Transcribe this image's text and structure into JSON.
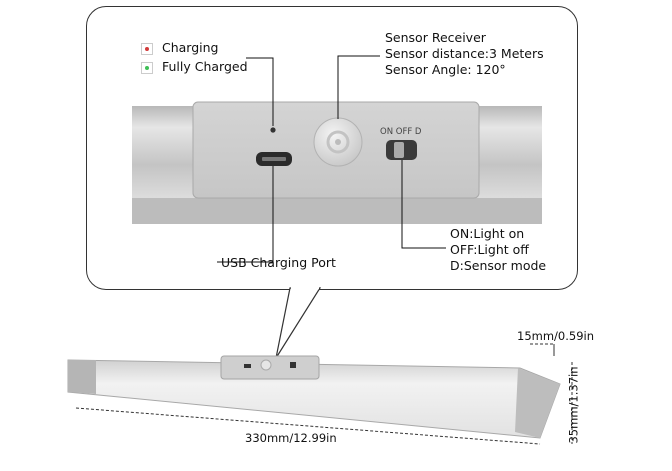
{
  "indicators": {
    "charging": {
      "label": "Charging",
      "color": "#d23a3a"
    },
    "fully_charged": {
      "label": "Fully Charged",
      "color": "#3fbf56"
    }
  },
  "sensor": {
    "title": "Sensor Receiver",
    "distance": "Sensor distance:3 Meters",
    "angle": "Sensor Angle: 120°"
  },
  "switch": {
    "printed_text": "ON OFF D",
    "modes": [
      "ON:Light on",
      "OFF:Light off",
      "D:Sensor mode"
    ]
  },
  "usb": {
    "label": "USB Charging Port"
  },
  "dimensions": {
    "length": "330mm/12.99in",
    "depth": "15mm/0.59in",
    "height": "35mm/1.37in"
  },
  "colors": {
    "body": "#c9c9c9",
    "panel": "#d7d7d7",
    "diffuser": "#ededed"
  },
  "icons": [
    "led-red-icon",
    "led-green-icon",
    "motion-sensor-icon",
    "usb-port-icon",
    "slide-switch-icon"
  ]
}
